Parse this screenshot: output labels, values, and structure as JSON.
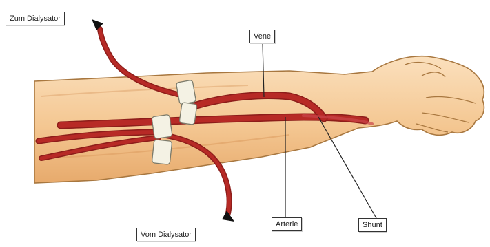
{
  "labels": {
    "zum_dialysator": "Zum Dialysator",
    "vene": "Vene",
    "vom_dialysator": "Vom Dialysator",
    "arterie": "Arterie",
    "shunt": "Shunt"
  },
  "colors": {
    "skin": "#f6cfa0",
    "skin_shadow": "#e4a86e",
    "skin_outline": "#a8773f",
    "vessel": "#b72a26",
    "vessel_dark": "#7c1613",
    "tape": "#f4f2e4",
    "leader": "#222222"
  },
  "icons": [
    "arrow-up-left-icon",
    "arrow-up-right-icon"
  ]
}
